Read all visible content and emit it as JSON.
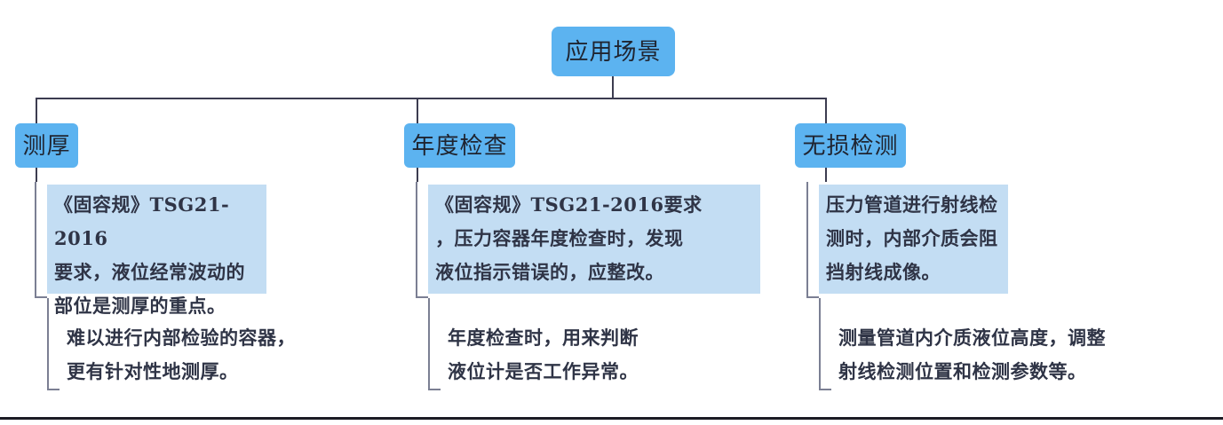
{
  "diagram": {
    "title": "应用场景",
    "root": {
      "label": "应用场景"
    },
    "branches": [
      {
        "label": "测厚",
        "highlight_text": "《固容规》TSG21-2016\n要求，液位经常波动的\n部位是测厚的重点。",
        "detail_text": "难以进行内部检验的容器，\n更有针对性地测厚。"
      },
      {
        "label": "年度检查",
        "highlight_text": "《固容规》TSG21-2016要求\n，压力容器年度检查时，发现\n液位指示错误的，应整改。",
        "detail_text": "年度检查时，用来判断\n液位计是否工作异常。"
      },
      {
        "label": "无损检测",
        "highlight_text": "压力管道进行射线检\n测时，内部介质会阻\n挡射线成像。",
        "detail_text": "测量管道内介质液位高度，调整\n射线检测位置和检测参数等。"
      }
    ],
    "colors": {
      "node_fill": "#5cb3f0",
      "highlight_fill": "#c3ddf3",
      "text": "#2f3446",
      "connector": "#3c3c50",
      "bracket": "#7b7f93",
      "page_rule": "#1b1b24"
    }
  }
}
